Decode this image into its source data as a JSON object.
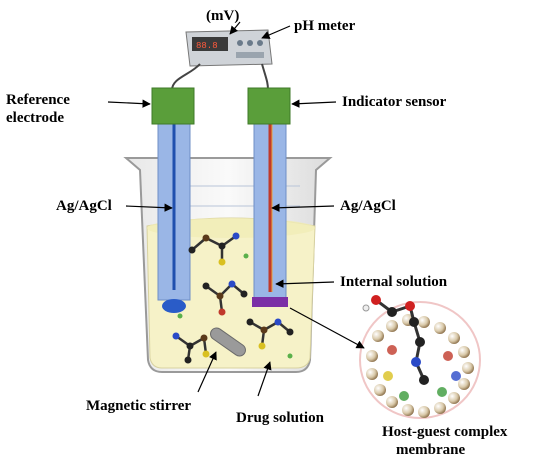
{
  "labels": {
    "meter_unit": "(mV)",
    "ph_meter": "pH meter",
    "reference_line1": "Reference",
    "reference_line2": "electrode",
    "indicator_sensor": "Indicator sensor",
    "ag_agcl_left": "Ag/AgCl",
    "ag_agcl_right": "Ag/AgCl",
    "internal_solution": "Internal solution",
    "magnetic_stirrer": "Magnetic stirrer",
    "drug_solution": "Drug solution",
    "membrane_line1": "Host-guest complex",
    "membrane_line2": "membrane"
  },
  "colors": {
    "electrode_cap": "#5a9e3a",
    "electrode_tube": "#9ab6e6",
    "reference_wire": "#1f4fae",
    "indicator_wire": "#c0392b",
    "membrane": "#7b2fa6",
    "solution": "#f6f2c8",
    "stirrer": "#9a9a9a"
  }
}
